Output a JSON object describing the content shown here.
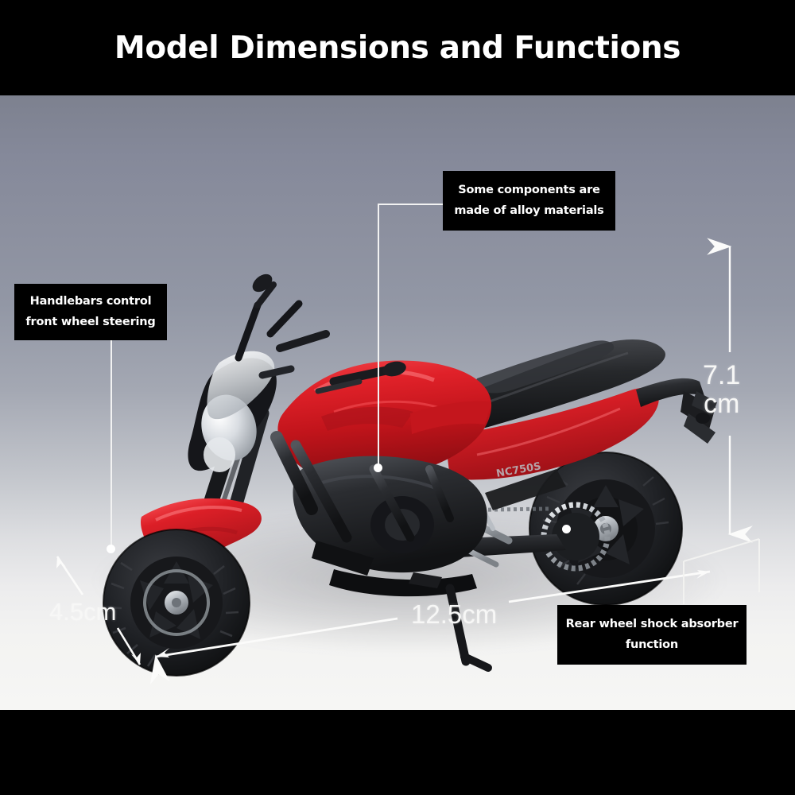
{
  "header": {
    "title": "Model Dimensions and Functions"
  },
  "callouts": [
    {
      "id": "alloy",
      "line1": "Some components are",
      "line2": "made of alloy materials",
      "target": "fuel-tank / engine"
    },
    {
      "id": "handlebars",
      "line1": "Handlebars control",
      "line2": "front wheel steering",
      "target": "front-wheel"
    },
    {
      "id": "shock",
      "line1": "Rear wheel shock absorber",
      "line2": "function",
      "target": "rear-wheel"
    }
  ],
  "dimensions": {
    "height_value": "7.1",
    "height_unit": "cm",
    "width": "12.5cm",
    "depth": "4.5cm"
  },
  "product": {
    "decal": "NC750S",
    "body_color": "#d8232a",
    "accent_dark": "#1b1b1d",
    "chrome": "#c9cdd2"
  },
  "colors": {
    "panel_black": "#000000",
    "text_white": "#ffffff",
    "backdrop_top": "#7d818f",
    "backdrop_bottom": "#f6f6f4",
    "leader_line": "#f2f2f2"
  }
}
